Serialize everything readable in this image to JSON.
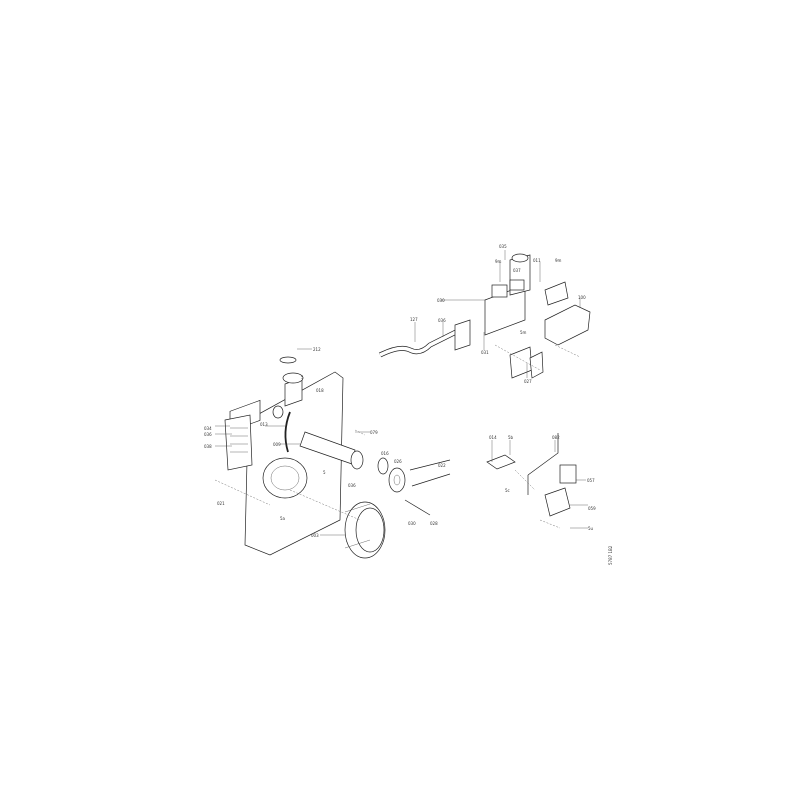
{
  "diagram": {
    "title": "Exploded parts view",
    "burner_labels": [
      "212",
      "5",
      "018",
      "034",
      "036",
      "038",
      "013",
      "009",
      "079",
      "016",
      "026",
      "022",
      "030",
      "028",
      "003",
      "021",
      "5a",
      "5",
      "036"
    ],
    "gas_labels": [
      "035",
      "9m",
      "037",
      "011",
      "9m",
      "030",
      "100",
      "127",
      "036",
      "031",
      "027",
      "5m"
    ],
    "control_labels": [
      "014",
      "5b",
      "082",
      "057",
      "059",
      "5c",
      "5u"
    ],
    "drawing_number": "5787 1B2"
  }
}
